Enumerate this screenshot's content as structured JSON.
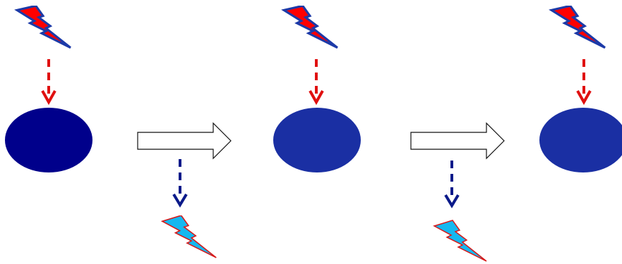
{
  "colors": {
    "incoming_bolt_fill": "#ff0000",
    "incoming_bolt_stroke": "#1c3aa8",
    "incoming_arrow": "#e01010",
    "emitted_bolt_fill": "#15b8f0",
    "emitted_bolt_stroke": "#d81818",
    "emitted_arrow": "#0b1a8a",
    "stage_1_ellipse": "#00008b",
    "stage_2_ellipse": "#1a2fa3",
    "stage_3_ellipse": "#1a2fa3",
    "transition_arrow_fill": "#ffffff",
    "transition_arrow_stroke": "#111111"
  },
  "icons": {
    "incoming": "lightning-bolt-icon",
    "emitted": "lightning-bolt-icon",
    "transition": "block-arrow-right-icon"
  },
  "stages": [
    {
      "name": "stage-1",
      "fill_key": "stage_1_ellipse"
    },
    {
      "name": "stage-2",
      "fill_key": "stage_2_ellipse"
    },
    {
      "name": "stage-3",
      "fill_key": "stage_3_ellipse"
    }
  ]
}
